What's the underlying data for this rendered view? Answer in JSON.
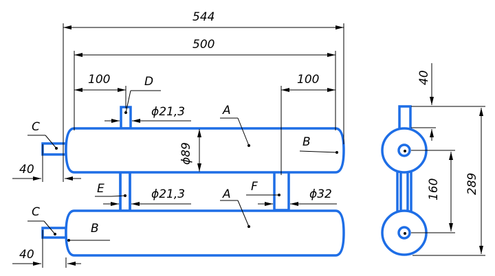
{
  "labels": {
    "dim_544": "544",
    "dim_500": "500",
    "dim_100_left": "100",
    "dim_100_right": "100",
    "dim_40_top": "40",
    "dim_40_bottom": "40",
    "dim_40_side": "40",
    "dim_160": "160",
    "dim_289": "289",
    "dia_89": "ϕ89",
    "dia_213_top": "ϕ21,3",
    "dia_213_mid": "ϕ21,3",
    "dia_32": "ϕ32",
    "callout_A_top": "A",
    "callout_A_bottom": "A",
    "callout_B_top": "B",
    "callout_B_bottom": "B",
    "callout_C_top": "C",
    "callout_C_bottom": "C",
    "callout_D": "D",
    "callout_E": "E",
    "callout_F": "F"
  },
  "colors": {
    "part_outline": "#1e6ee6",
    "dimension_line": "#000000"
  }
}
